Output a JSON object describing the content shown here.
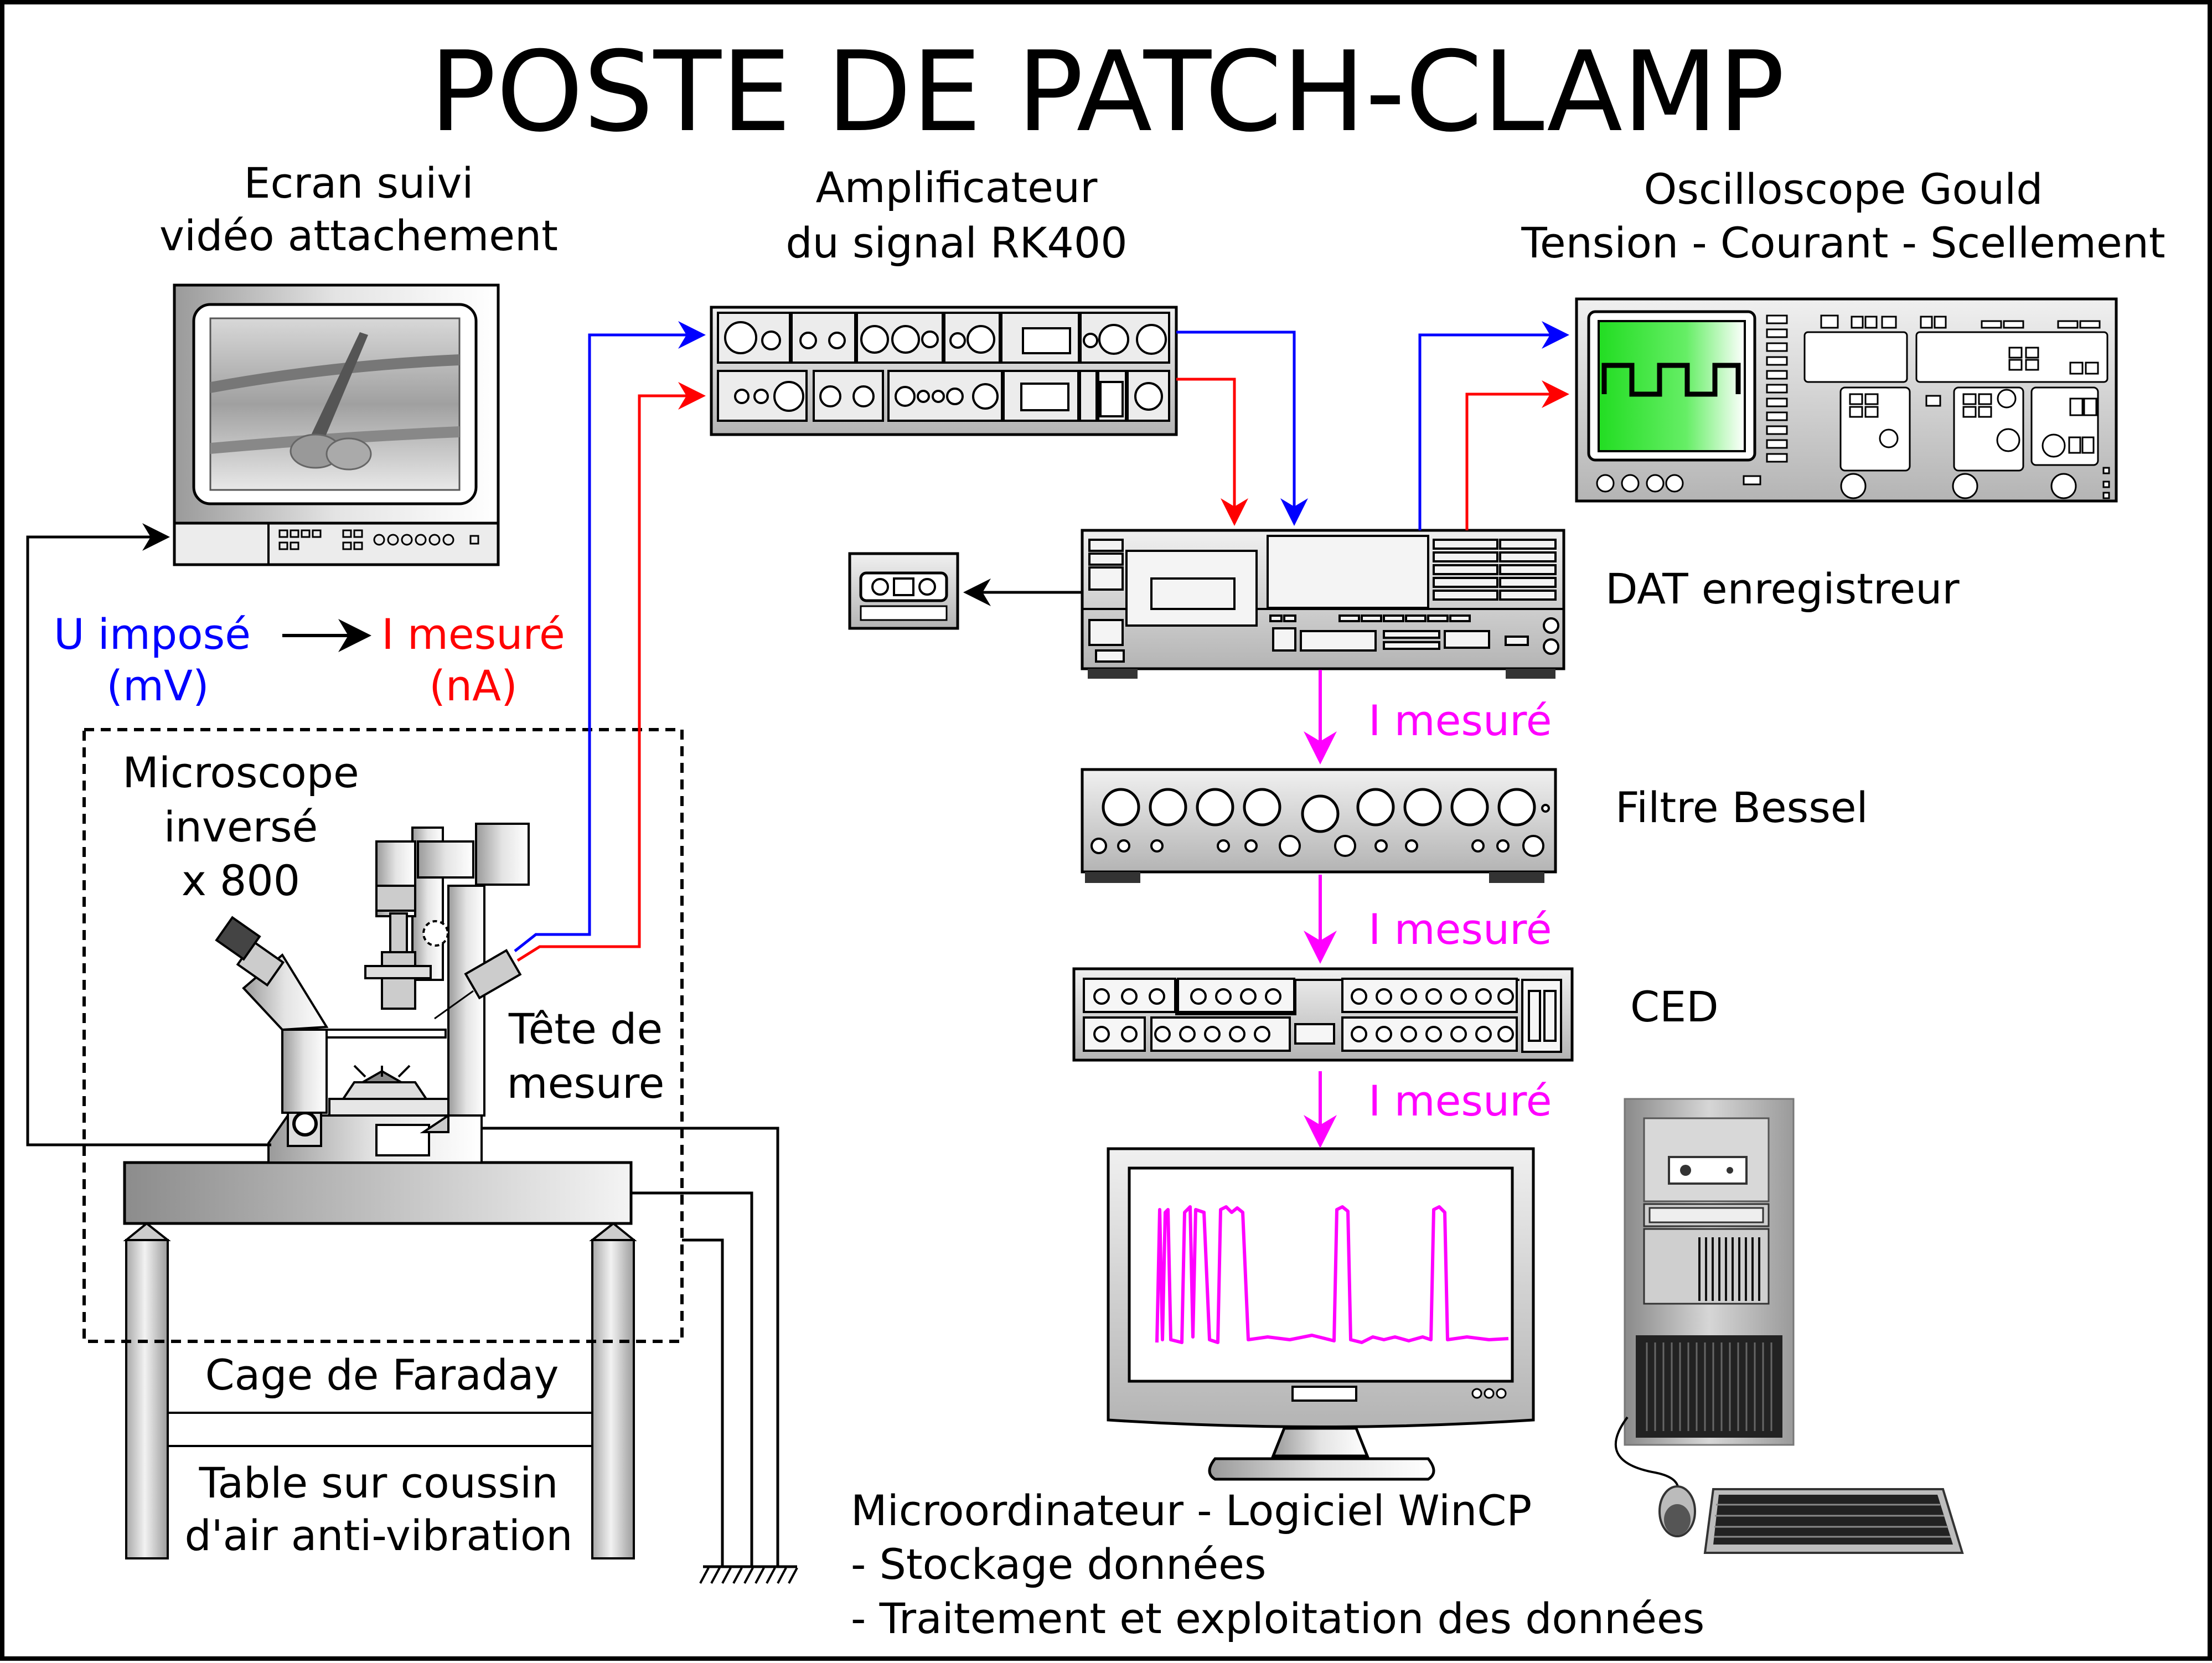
{
  "title": "POSTE DE PATCH-CLAMP",
  "labels": {
    "screen_line1": "Ecran suivi",
    "screen_line2": "vidéo attachement",
    "amp_line1": "Amplificateur",
    "amp_line2": "du signal RK400",
    "osc_line1": "Oscilloscope Gould",
    "osc_line2": "Tension - Courant - Scellement",
    "dat": "DAT enregistreur",
    "bessel": "Filtre Bessel",
    "ced": "CED",
    "u_impose": "U imposé",
    "u_unit": "(mV)",
    "i_mesure": "I mesuré",
    "i_unit": "(nA)",
    "micro_line1": "Microscope",
    "micro_line2": "inversé",
    "micro_line3": "x 800",
    "tete_line1": "Tête de",
    "tete_line2": "mesure",
    "faraday": "Cage de Faraday",
    "table_line1": "Table sur coussin",
    "table_line2": "d'air anti-vibration",
    "flow1": "I mesuré",
    "flow2": "I mesuré",
    "flow3": "I mesuré",
    "pc_line1": "Microordinateur - Logiciel WinCP",
    "pc_line2": "- Stockage données",
    "pc_line3": "- Traitement et exploitation des données"
  },
  "colors": {
    "voltage": "#0000ff",
    "current": "#ff0000",
    "signal": "#ff00ff",
    "scope_screen": "#33dd33",
    "ink": "#000000"
  }
}
